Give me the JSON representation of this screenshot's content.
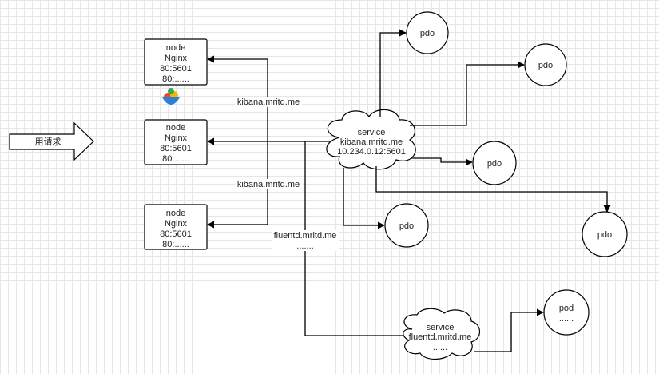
{
  "user_request": {
    "label": "用请求"
  },
  "nodes": [
    {
      "lines": [
        "node",
        "Nginx",
        "80:5601",
        "80:......"
      ]
    },
    {
      "lines": [
        "node",
        "Nginx",
        "80:5601",
        "80:......"
      ]
    },
    {
      "lines": [
        "node",
        "Nginx",
        "80:5601",
        "80:......"
      ]
    }
  ],
  "edge_labels": {
    "kibana_top": "kibana.mritd.me",
    "kibana_bottom": "kibana.mritd.me",
    "fluentd": "fluentd.mritd.me",
    "fluentd_dots": "......."
  },
  "kibana_service": {
    "lines": [
      "service",
      "kibana.mritd.me",
      "10.234.0.12:5601"
    ]
  },
  "fluentd_service": {
    "lines": [
      "service",
      "fluentd.mritd.me",
      "......"
    ]
  },
  "pdo_circles": [
    "pdo",
    "pdo",
    "pdo",
    "pdo",
    "pdo"
  ],
  "pod_circle": {
    "lines": [
      "pod",
      "......"
    ]
  },
  "icon": {
    "name": "colorful-bowl-icon",
    "colors": [
      "#e04b2f",
      "#f2b705",
      "#2d7fd3",
      "#39a845"
    ]
  }
}
